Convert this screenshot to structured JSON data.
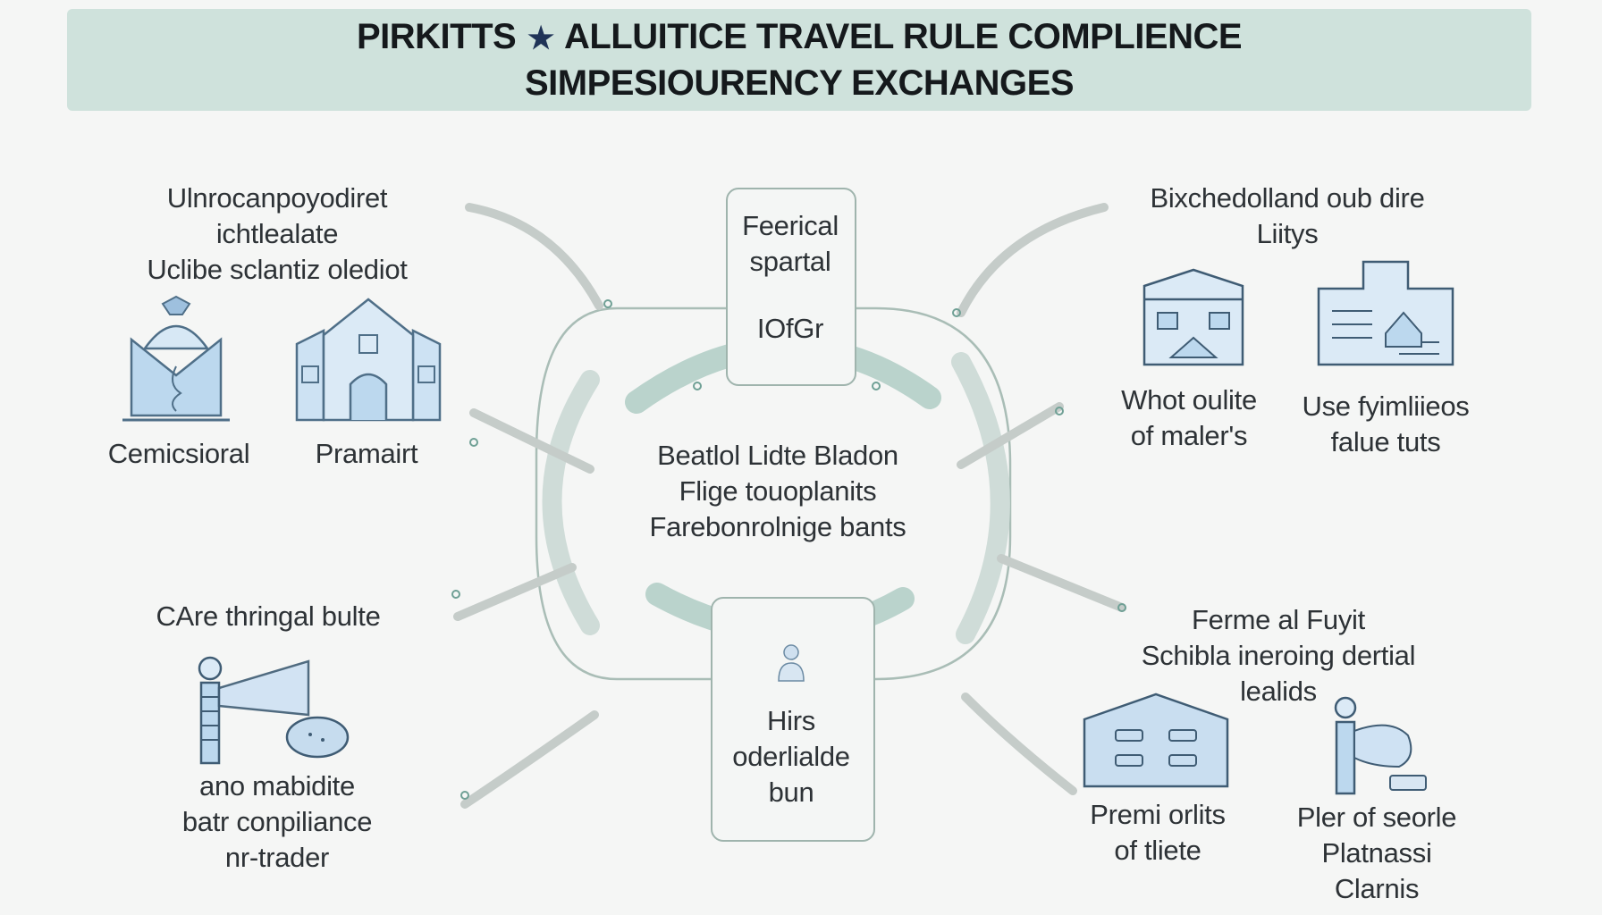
{
  "title": {
    "line1_left": "PIRKITTS",
    "line1_star": "★",
    "line1_right": "ALLUITICE TRAVEL RULE COMPLIENCE",
    "line2": "SIMPESIOURENCY EXCHANGES"
  },
  "left_top": {
    "heading": [
      "Ulnrocanpoyodiret",
      "ichtlealate",
      "Uclibe sclantiz olediot"
    ],
    "items": [
      "Cemicsioral",
      "Pramairt"
    ],
    "icons": [
      "mountain-shield-icon",
      "castle-building-icon"
    ]
  },
  "left_bottom": {
    "heading": "CAre thringal bulte",
    "caption": [
      "ano mabidite",
      "batr conpiliance",
      "nr-trader"
    ],
    "icons": [
      "person-scanner-icon"
    ]
  },
  "center": {
    "top_box": [
      "Feerical",
      "spartal"
    ],
    "top_code": "IOfGr",
    "middle": [
      "Beatlol Lidte Bladon",
      "Flige touoplanits",
      "Farebonrolnige bants"
    ],
    "bottom_box": [
      "Hirs",
      "oderlialde",
      "bun"
    ],
    "icons": [
      "person-lock-icon"
    ]
  },
  "right_top": {
    "heading": [
      "Bixchedolland oub dire",
      "Liitys"
    ],
    "items": [
      [
        "Whot oulite",
        "of maler's"
      ],
      [
        "Use fyimliieos",
        "falue tuts"
      ]
    ],
    "icons": [
      "bank-building-icon",
      "document-house-icon"
    ]
  },
  "right_bottom": {
    "heading": [
      "Ferme al Fuyit",
      "Schibla ineroing dertial",
      "lealids"
    ],
    "items": [
      [
        "Premi orlits",
        "of tliete"
      ],
      [
        "Pler of seorle",
        "Platnassi",
        "Clarnis"
      ]
    ],
    "icons": [
      "server-house-icon",
      "person-coins-icon"
    ]
  }
}
